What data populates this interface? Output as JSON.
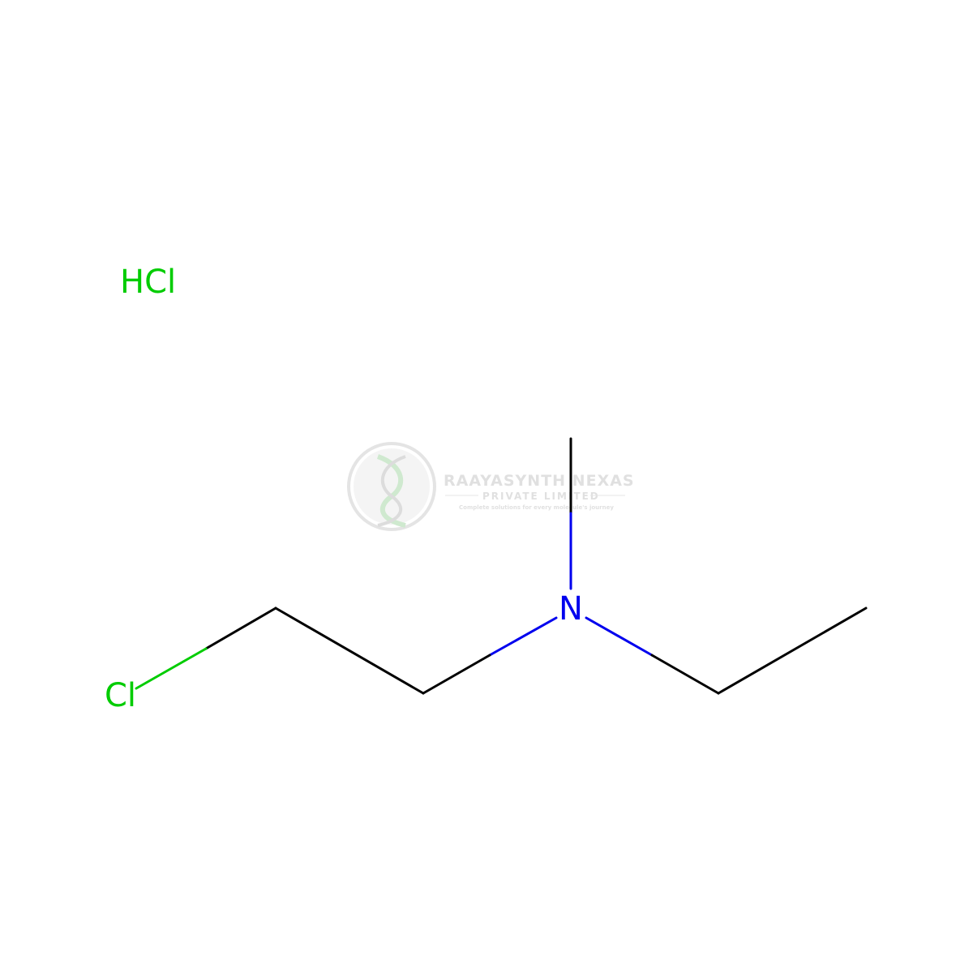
{
  "molecule": {
    "salt_label": "HCl",
    "atoms": {
      "n": "N",
      "cl": "Cl"
    }
  },
  "watermark": {
    "company": "RAAYASYNTH NEXAS",
    "subtitle": "PRIVATE LIMITED",
    "tagline": "Complete solutions for every molecule's journey"
  },
  "colors": {
    "bond": "#000000",
    "nitrogen": "#0000ee",
    "chlorine": "#00cc00",
    "watermark": "#c8c8c8"
  }
}
